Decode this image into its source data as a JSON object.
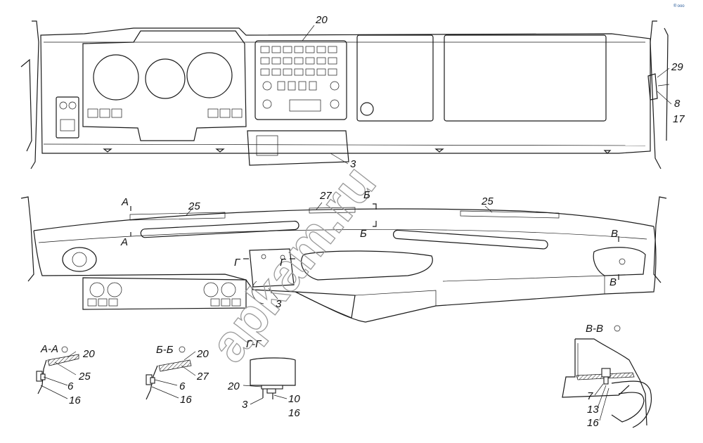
{
  "watermark": "apkam.ru",
  "corner_mark": "® ooo",
  "callouts": {
    "top_20": "20",
    "top_3": "3",
    "top_29": "29",
    "top_8": "8",
    "top_17": "17",
    "mid_25_left": "25",
    "mid_27": "27",
    "mid_25_right": "25",
    "mid_3": "3"
  },
  "section_marks": {
    "a_top": "А",
    "a_bottom": "А",
    "b_top": "Б",
    "b_bottom": "Б",
    "v_top": "В",
    "v_bottom": "В",
    "g_left": "Г",
    "g_right": "Г"
  },
  "sections": {
    "aa": {
      "title": "А-А",
      "labels": [
        "20",
        "25",
        "6",
        "16"
      ]
    },
    "bb": {
      "title": "Б-Б",
      "labels": [
        "20",
        "27",
        "6",
        "16"
      ]
    },
    "gg": {
      "title": "Г-Г",
      "labels": [
        "20",
        "3",
        "10",
        "16"
      ]
    },
    "vv": {
      "title": "В-В",
      "labels": [
        "7",
        "13",
        "16"
      ]
    }
  }
}
